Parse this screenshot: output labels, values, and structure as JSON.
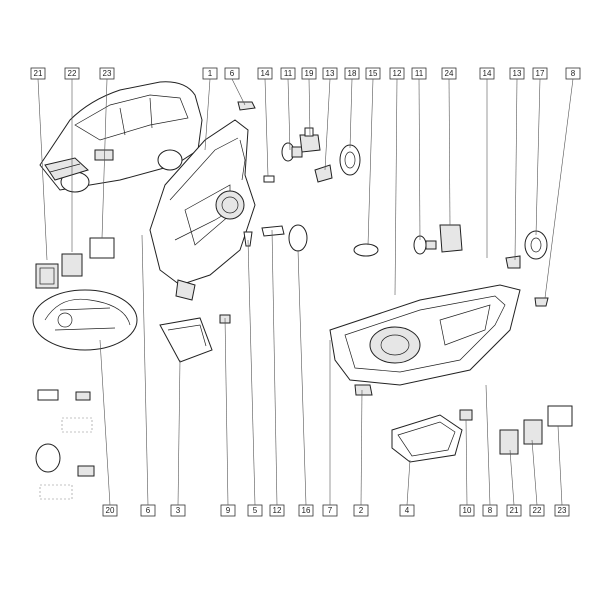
{
  "top_callouts": [
    "21",
    "22",
    "23",
    "1",
    "6",
    "14",
    "11",
    "19",
    "13",
    "18",
    "15",
    "12",
    "11",
    "24",
    "14",
    "13",
    "17",
    "8"
  ],
  "bottom_callouts": [
    "20",
    "6",
    "3",
    "9",
    "5",
    "12",
    "16",
    "7",
    "2",
    "4",
    "10",
    "8",
    "21",
    "22",
    "23"
  ],
  "colors": {
    "line": "#222222",
    "leader": "#555555",
    "fill_part": "#e6e6e6"
  }
}
